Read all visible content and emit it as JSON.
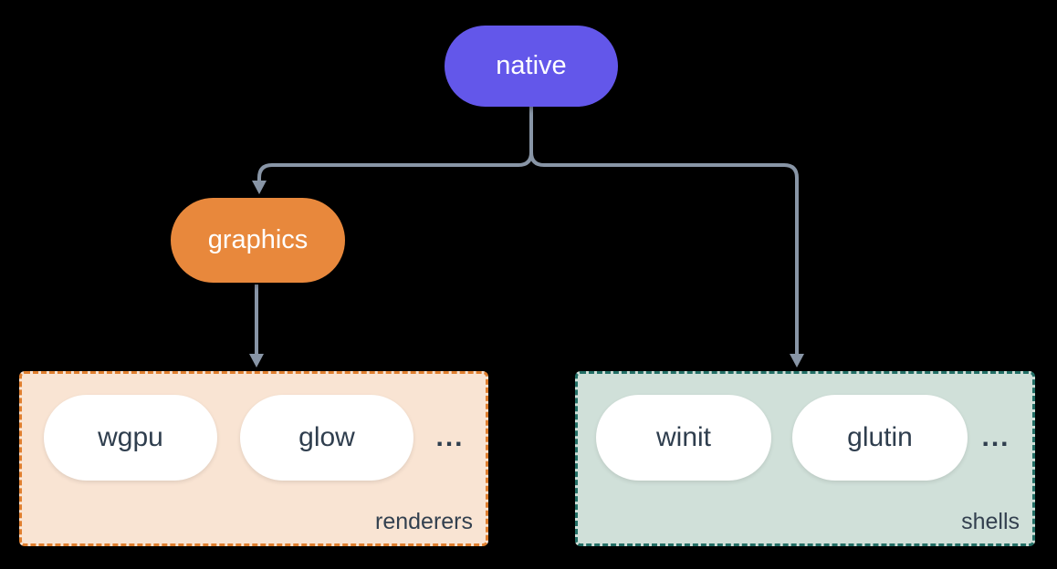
{
  "diagram": {
    "background_color": "#000000",
    "connector_color": "#8895A6",
    "nodes": {
      "native": {
        "label": "native",
        "color": "#6357EA",
        "text_color": "#FFFFFF"
      },
      "graphics": {
        "label": "graphics",
        "color": "#E8883C",
        "text_color": "#FFFFFF"
      }
    },
    "groups": [
      {
        "label": "renderers",
        "background": "#F9E4D3",
        "border_color": "#E07F2F",
        "border_style": "dashed",
        "items": [
          "wgpu",
          "glow"
        ],
        "more": "...",
        "item_text_color": "#2F3E4E",
        "item_background": "#FFFFFF"
      },
      {
        "label": "shells",
        "background": "#D0E0D9",
        "border_color": "#236F66",
        "border_style": "dashed",
        "items": [
          "winit",
          "glutin"
        ],
        "more": "...",
        "item_text_color": "#2F3E4E",
        "item_background": "#FFFFFF"
      }
    ],
    "edges": [
      {
        "from": "native",
        "to": "graphics",
        "arrow": "down"
      },
      {
        "from": "native",
        "to": "shells",
        "arrow": "down"
      },
      {
        "from": "graphics",
        "to": "renderers",
        "arrow": "down"
      }
    ]
  }
}
